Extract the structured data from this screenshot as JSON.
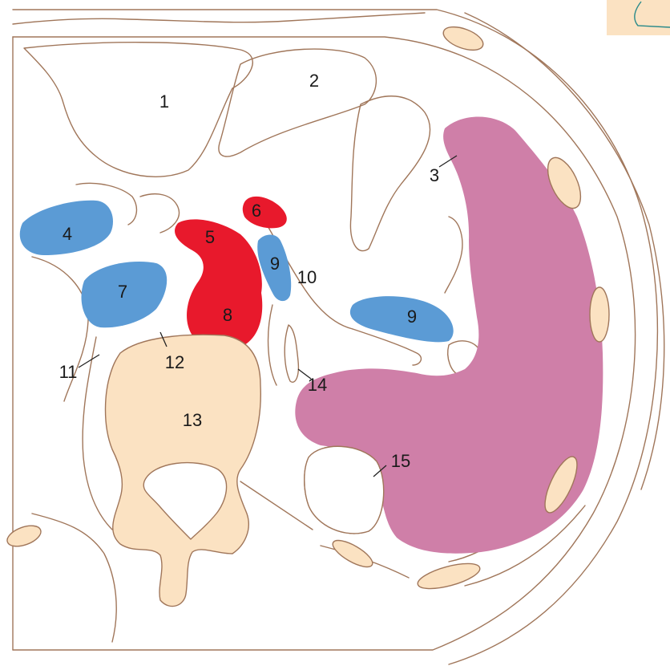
{
  "labels": {
    "l1": "1",
    "l2": "2",
    "l3": "3",
    "l4": "4",
    "l5": "5",
    "l6": "6",
    "l7": "7",
    "l8": "8",
    "l9a": "9",
    "l9b": "9",
    "l10": "10",
    "l11": "11",
    "l12": "12",
    "l13": "13",
    "l14": "14",
    "l15": "15"
  },
  "colors": {
    "vein": "#5b9bd5",
    "artery": "#e8192c",
    "organ": "#cf7fa8",
    "bone": "#fbe2c2",
    "outline": "#a0765a",
    "inset_bg": "#fbe2c2",
    "inset_line": "#2a8a8a"
  }
}
